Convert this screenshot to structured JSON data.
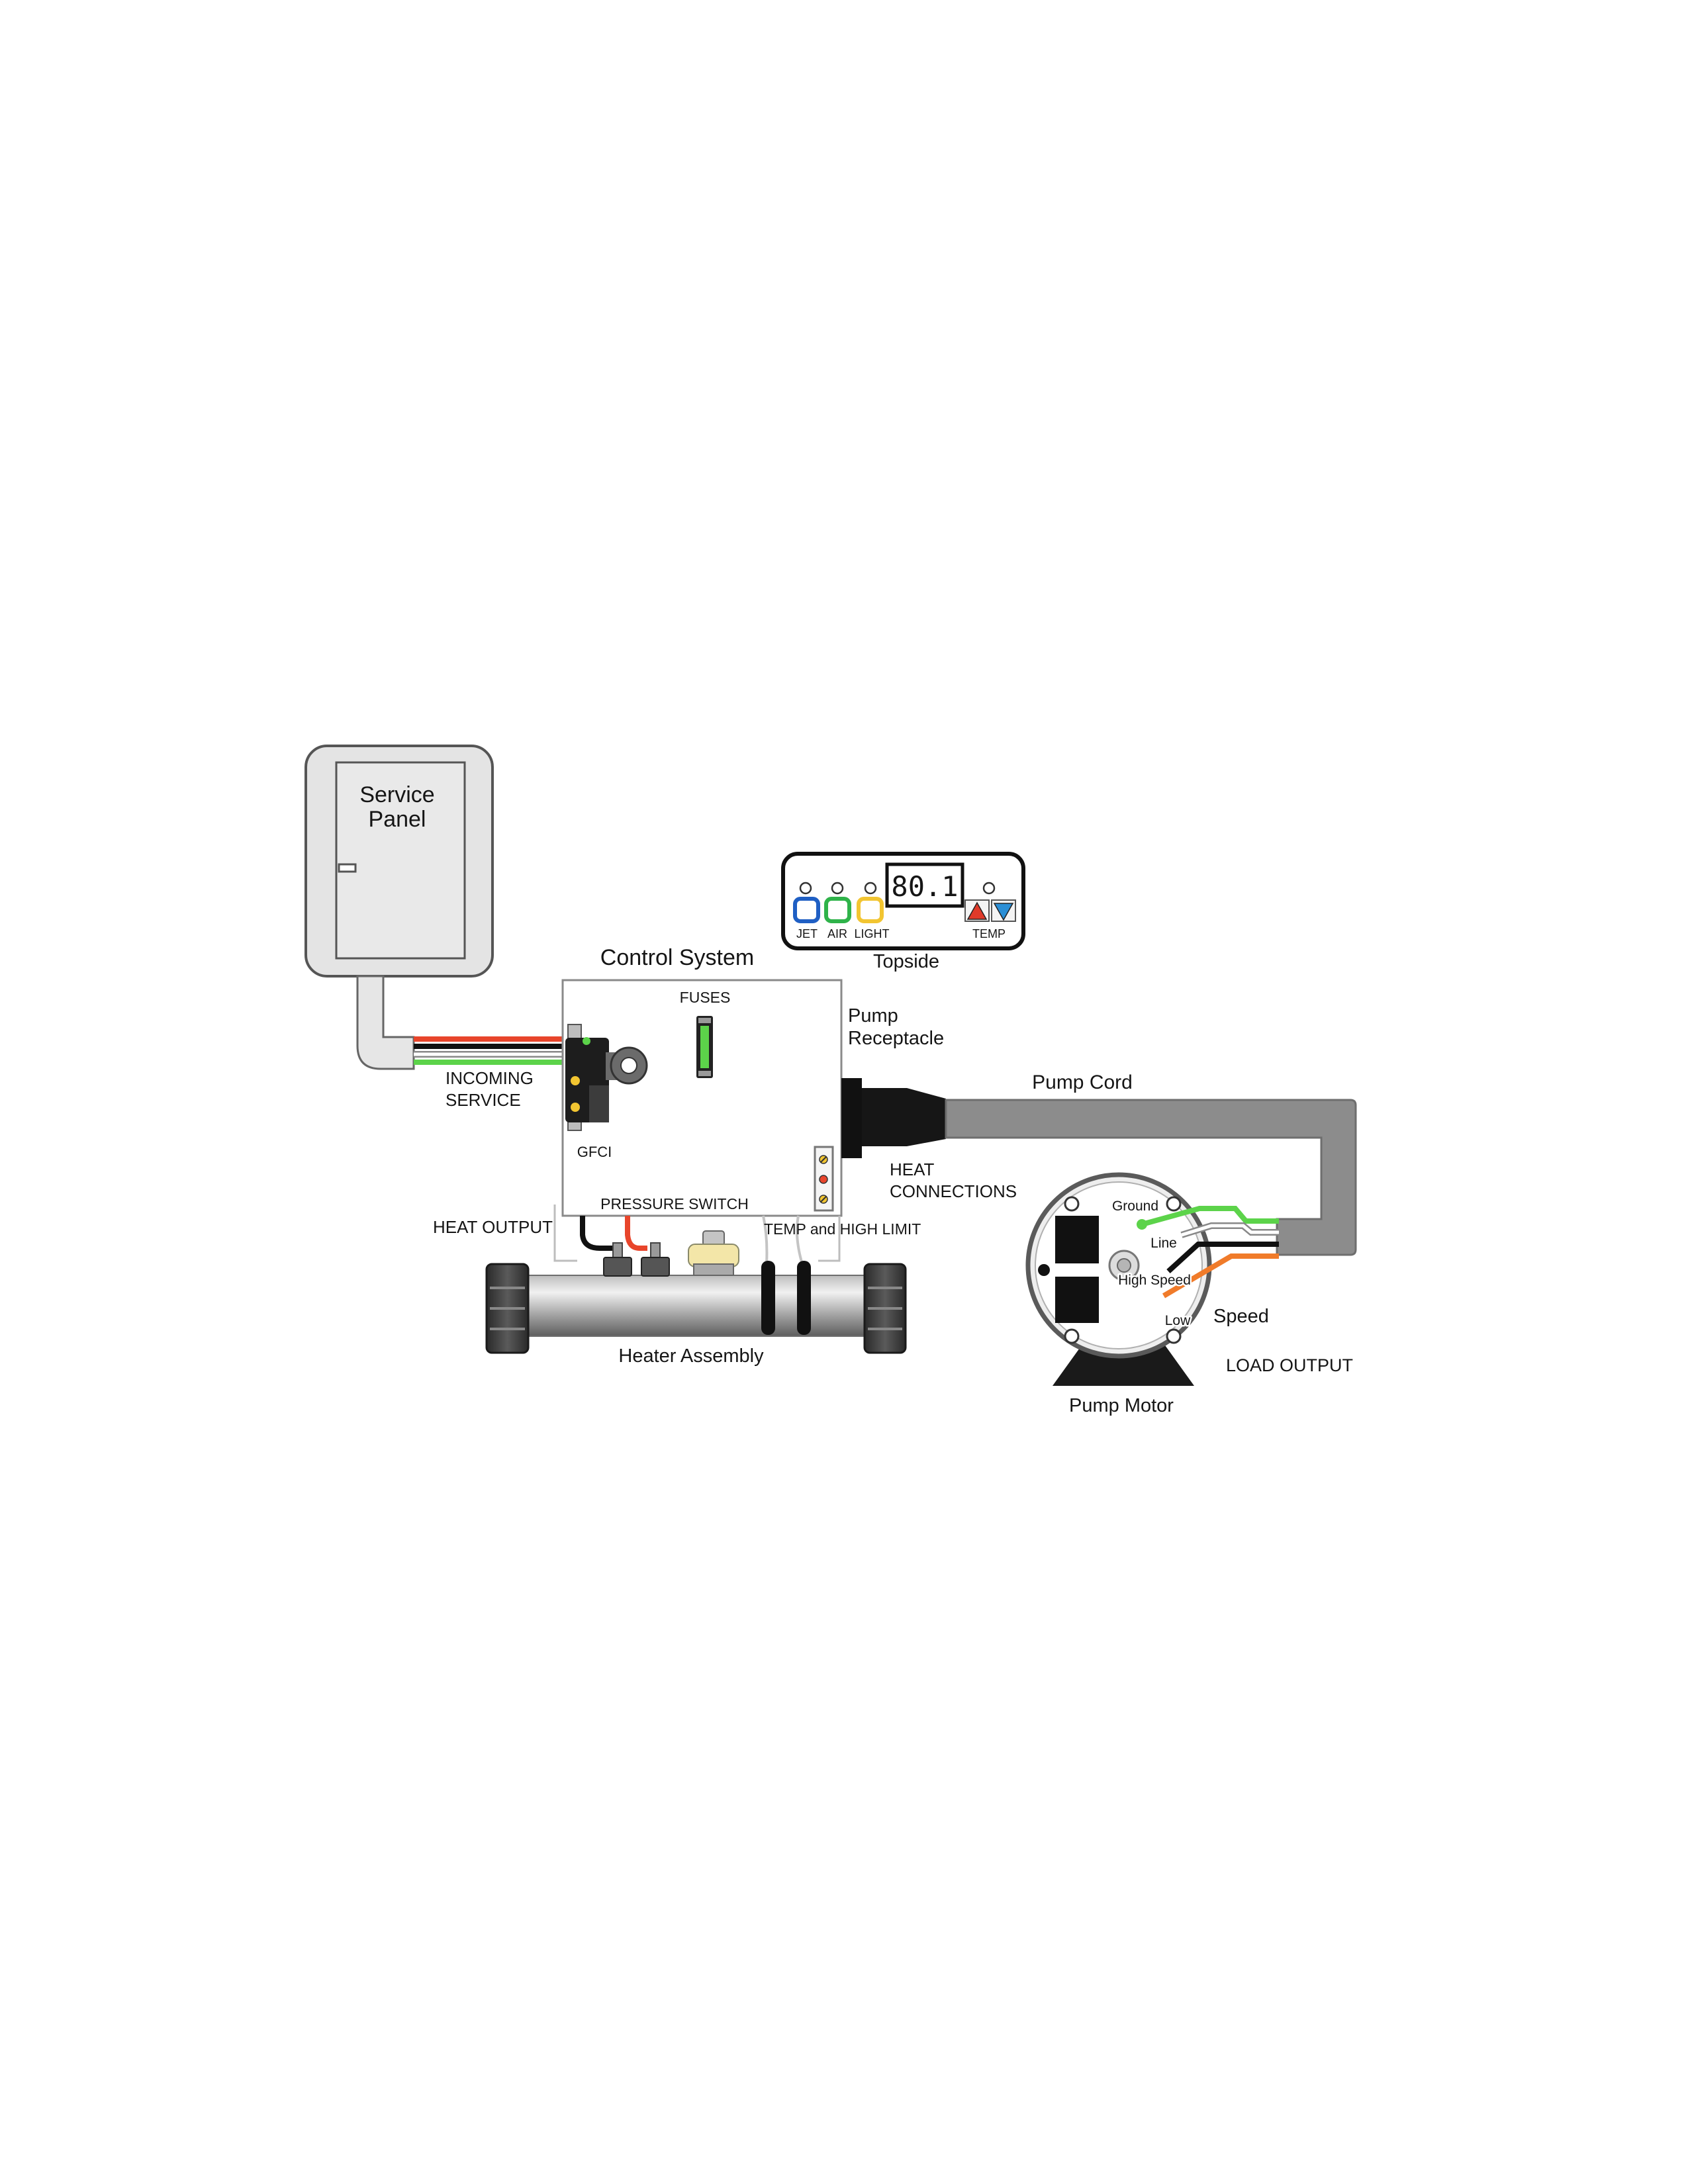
{
  "service_panel": {
    "label_line1": "Service",
    "label_line2": "Panel"
  },
  "incoming_service": {
    "line1": "INCOMING",
    "line2": "SERVICE"
  },
  "control_system": {
    "title": "Control System",
    "fuses_label": "FUSES",
    "gfci_label": "GFCI",
    "pressure_switch_label": "PRESSURE SWITCH"
  },
  "pump_receptacle": {
    "line1": "Pump",
    "line2": "Receptacle"
  },
  "pump_cord": {
    "label": "Pump Cord"
  },
  "heat_connections": {
    "line1": "HEAT",
    "line2": "CONNECTIONS"
  },
  "topside": {
    "title": "Topside",
    "display_value": "80.1",
    "buttons": [
      {
        "label": "JET",
        "color": "#1f5fc4"
      },
      {
        "label": "AIR",
        "color": "#2fb34a"
      },
      {
        "label": "LIGHT",
        "color": "#f2c531"
      }
    ],
    "temp_label": "TEMP",
    "temp_up_color": "#e03a2a",
    "temp_down_color": "#2b8fd6"
  },
  "heat_output": {
    "label": "HEAT OUTPUT"
  },
  "temp_high_limit": {
    "label": "TEMP and HIGH LIMIT"
  },
  "heater_assembly": {
    "label": "Heater Assembly"
  },
  "pump_motor": {
    "title": "Pump Motor",
    "wire_labels": {
      "ground": "Ground",
      "line": "Line",
      "high_speed": "High Speed",
      "low": "Low"
    },
    "speed_label": "Speed"
  },
  "load_output": {
    "label": "LOAD OUTPUT"
  },
  "wire_colors": {
    "red": "#e8452b",
    "black": "#111111",
    "white": "#ffffff",
    "green": "#5cd34a",
    "orange": "#f07b2a"
  }
}
